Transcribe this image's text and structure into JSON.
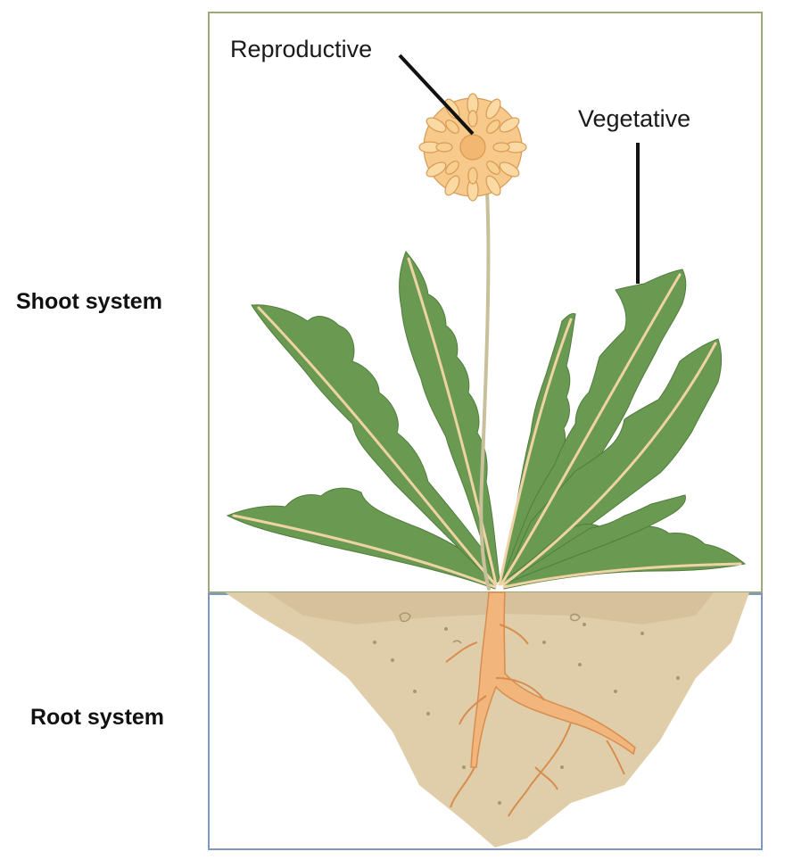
{
  "labels": {
    "reproductive": "Reproductive",
    "vegetative": "Vegetative",
    "shoot_system": "Shoot system",
    "root_system": "Root system"
  },
  "colors": {
    "shoot_frame": "#9aab7a",
    "root_frame": "#7f95c4",
    "leaf": "#6a9a52",
    "leaf_dark": "#4f7d3c",
    "midrib": "#f0d3a4",
    "stem": "#c8c09a",
    "flower_petal": "#f7c98a",
    "flower_outline": "#d79a55",
    "soil": "#e0ceaa",
    "soil_dark": "#cdb78f",
    "root": "#f2b57c",
    "root_outline": "#d88d4f",
    "leader_line": "#111111"
  }
}
